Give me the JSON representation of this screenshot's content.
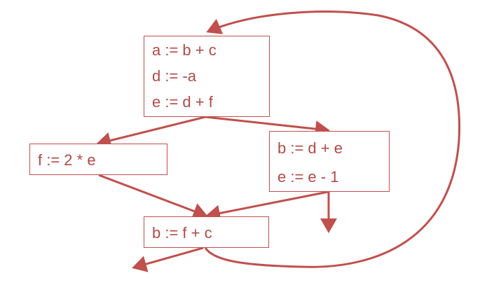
{
  "blocks": [
    {
      "id": "b0",
      "lines": [
        "a := b + c",
        "d := -a",
        "e := d + f"
      ]
    },
    {
      "id": "b1",
      "lines": [
        "f := 2 * e"
      ]
    },
    {
      "id": "b2",
      "lines": [
        "b := d + e",
        "e := e - 1"
      ]
    },
    {
      "id": "b3",
      "lines": [
        "b := f + c"
      ]
    }
  ],
  "edges": [
    {
      "from": "b0",
      "to": "b1"
    },
    {
      "from": "b0",
      "to": "b2"
    },
    {
      "from": "b1",
      "to": "b3"
    },
    {
      "from": "b2",
      "to": "b3"
    },
    {
      "from": "b2",
      "to": "exit"
    },
    {
      "from": "b3",
      "to": "b0"
    },
    {
      "from": "b3",
      "to": "exit"
    }
  ],
  "colors": {
    "stroke": "#c0504d",
    "text": "#b34a46"
  }
}
